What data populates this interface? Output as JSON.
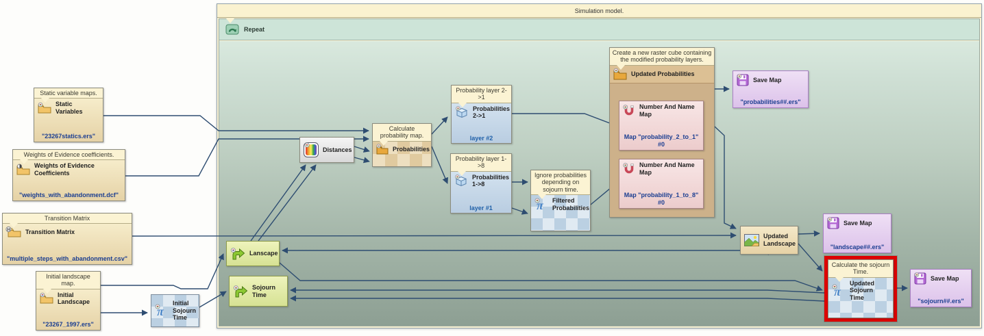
{
  "diagram": {
    "title": "Simulation model.",
    "repeat_label": "Repeat",
    "colors": {
      "highlight_red": "#dd0000",
      "value_blue": "#1b3e91",
      "wire_blue": "#2e4d71"
    },
    "nodes": {
      "static_variables": {
        "header": "Static variable maps.",
        "label": "Static Variables",
        "value": "\"23267statics.ers\""
      },
      "weights": {
        "header": "Weights of Evidence coefficients.",
        "label": "Weights of Evidence Coefficients",
        "value": "\"weights_with_abandonment.dcf\""
      },
      "transition_matrix": {
        "header": "Transition Matrix",
        "label": "Transition Matrix",
        "value": "\"multiple_steps_with_abandonment.csv\""
      },
      "initial_landscape": {
        "header": "Initial landscape map.",
        "label": "Initial Landscape",
        "value": "\"23267_1997.ers\""
      },
      "initial_sojourn": {
        "label": "Initial Sojourn Time"
      },
      "distances": {
        "label": "Distances"
      },
      "calculate_probability": {
        "header": "Calculate probability map.",
        "label": "Probabilities"
      },
      "probability_layer_2_1": {
        "header": "Probability layer 2->1",
        "label": "Probabilities 2->1",
        "footer": "layer #2"
      },
      "probability_layer_1_8": {
        "header": "Probability layer 1->8",
        "label": "Probabilities 1->8",
        "footer": "layer #1"
      },
      "ignore_probabilities": {
        "header": "Ignore probabilities depending on sojourn time.",
        "label": "Filtered Probabilities"
      },
      "raster_cube": {
        "header": "Create a new raster cube containing the modified probability layers.",
        "label": "Updated Probabilities"
      },
      "name_map_2_1": {
        "label": "Number And Name Map",
        "value": "Map \"probability_2_to_1\" #0"
      },
      "name_map_1_8": {
        "label": "Number And Name Map",
        "value": "Map \"probability_1_to_8\" #0"
      },
      "save_probabilities": {
        "label": "Save Map",
        "value": "\"probabilities##.ers\""
      },
      "lanscape": {
        "label": "Lanscape"
      },
      "sojourn_time": {
        "label": "Sojourn Time"
      },
      "updated_landscape": {
        "label": "Updated Landscape"
      },
      "save_landscape": {
        "label": "Save Map",
        "value": "\"landscape##.ers\""
      },
      "calculate_sojourn": {
        "header": "Calculate the sojourn Time.",
        "label": "Updated Sojourn Time"
      },
      "save_sojourn": {
        "label": "Save Map",
        "value": "\"sojourn##.ers\""
      }
    }
  }
}
